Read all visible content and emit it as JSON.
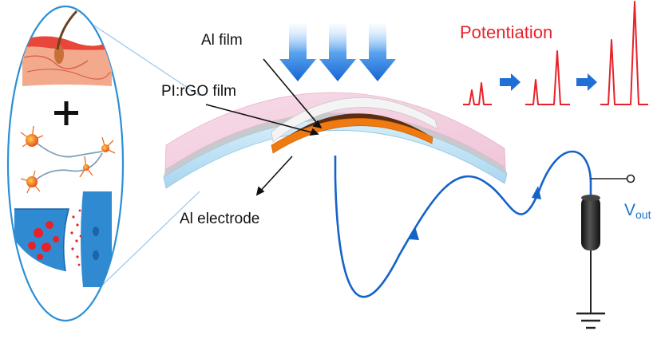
{
  "labels": {
    "al_film": "Al film",
    "pi_rgo_film": "PI:rGO film",
    "al_electrode": "Al electrode",
    "potentiation": "Potentiation",
    "vout_main": "V",
    "vout_sub": "out"
  },
  "colors": {
    "pressure_arrow": "#1f6fd6",
    "potentiation": "#e8222a",
    "wire": "#1463c8",
    "inset_outline": "#2b8fd6",
    "pi_rgo_layer": "#f07a12",
    "resistor": "#2a2a2a"
  },
  "inset_icons": [
    "skin-icon",
    "plus-icon",
    "neuron-icon",
    "synapse-icon"
  ]
}
